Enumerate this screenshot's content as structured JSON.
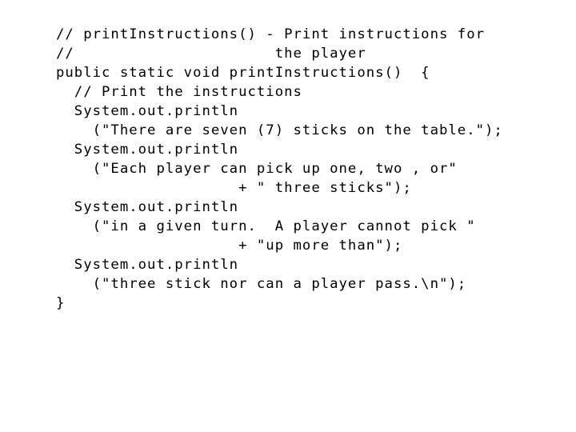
{
  "document": {
    "kind": "java-source-listing",
    "background_color": "#ffffff",
    "text_color": "#000000",
    "language": "Java",
    "method_name": "printInstructions",
    "line_count": 15
  },
  "code": {
    "lines": [
      "// printInstructions() - Print instructions for",
      "//                      the player",
      "public static void printInstructions()  {",
      "  // Print the instructions",
      "  System.out.println",
      "    (\"There are seven (7) sticks on the table.\");",
      "  System.out.println",
      "    (\"Each player can pick up one, two , or\"",
      "                    + \" three sticks\");",
      "  System.out.println",
      "    (\"in a given turn.  A player cannot pick \"",
      "                    + \"up more than\");",
      "  System.out.println",
      "    (\"three stick nor can a player pass.\\n\");",
      "}"
    ]
  }
}
